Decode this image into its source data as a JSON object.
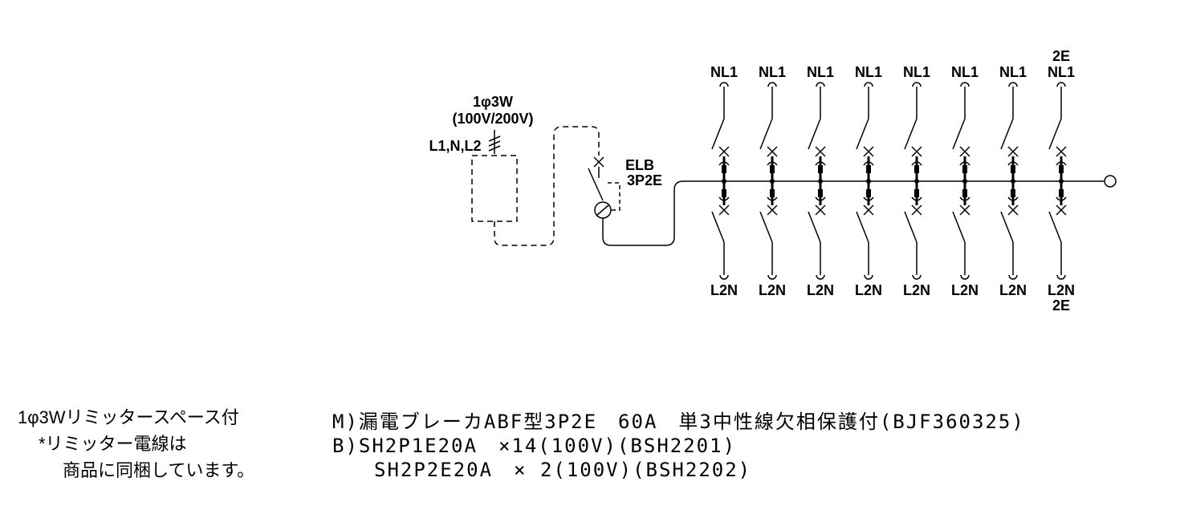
{
  "supply": {
    "system": "1φ3W",
    "voltage": "(100V/200V)",
    "phases": "L1,N,L2"
  },
  "main_breaker": {
    "type": "ELB",
    "poles": "3P2E"
  },
  "branches": {
    "top_labels": [
      "NL1",
      "NL1",
      "NL1",
      "NL1",
      "NL1",
      "NL1",
      "NL1",
      "NL1"
    ],
    "top_extra": [
      "",
      "",
      "",
      "",
      "",
      "",
      "",
      "2E"
    ],
    "bottom_labels": [
      "L2N",
      "L2N",
      "L2N",
      "L2N",
      "L2N",
      "L2N",
      "L2N",
      "L2N"
    ],
    "bottom_extra": [
      "",
      "",
      "",
      "",
      "",
      "",
      "",
      "2E"
    ]
  },
  "notes": {
    "line1": "1φ3Wリミッタースペース付",
    "line2": "*リミッター電線は",
    "line3": "商品に同梱しています。"
  },
  "specs": {
    "m_line": "M)漏電ブレーカABF型3P2E　60A　単3中性線欠相保護付(BJF360325)",
    "b_line1": "B)SH2P1E20A　×14(100V)(BSH2201)",
    "b_line2": "SH2P2E20A　× 2(100V)(BSH2202)"
  }
}
